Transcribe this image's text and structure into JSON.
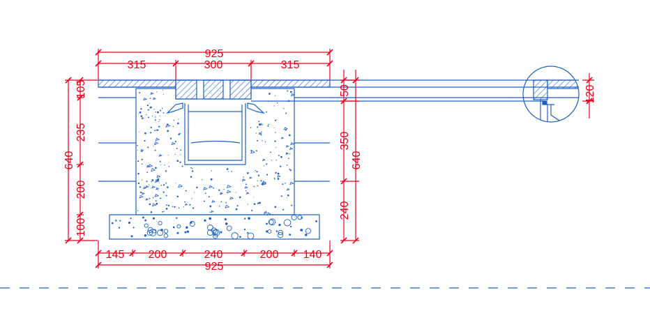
{
  "colors": {
    "dimension": "#e8001a",
    "structure": "#1a5fc8",
    "background": "#ffffff"
  },
  "dimensions": {
    "top_total": "925",
    "top_left": "315",
    "top_center": "300",
    "top_right": "315",
    "bottom_seg1": "145",
    "bottom_seg2": "200",
    "bottom_seg3": "240",
    "bottom_seg4": "200",
    "bottom_seg5": "140",
    "bottom_total": "925",
    "left_total": "640",
    "left_seg1": "105",
    "left_seg2": "235",
    "left_seg3": "200",
    "left_seg4": "100",
    "mid_top": "50",
    "mid_seg": "350",
    "mid_total": "640",
    "mid_bottom": "240",
    "detail_height": "120"
  }
}
